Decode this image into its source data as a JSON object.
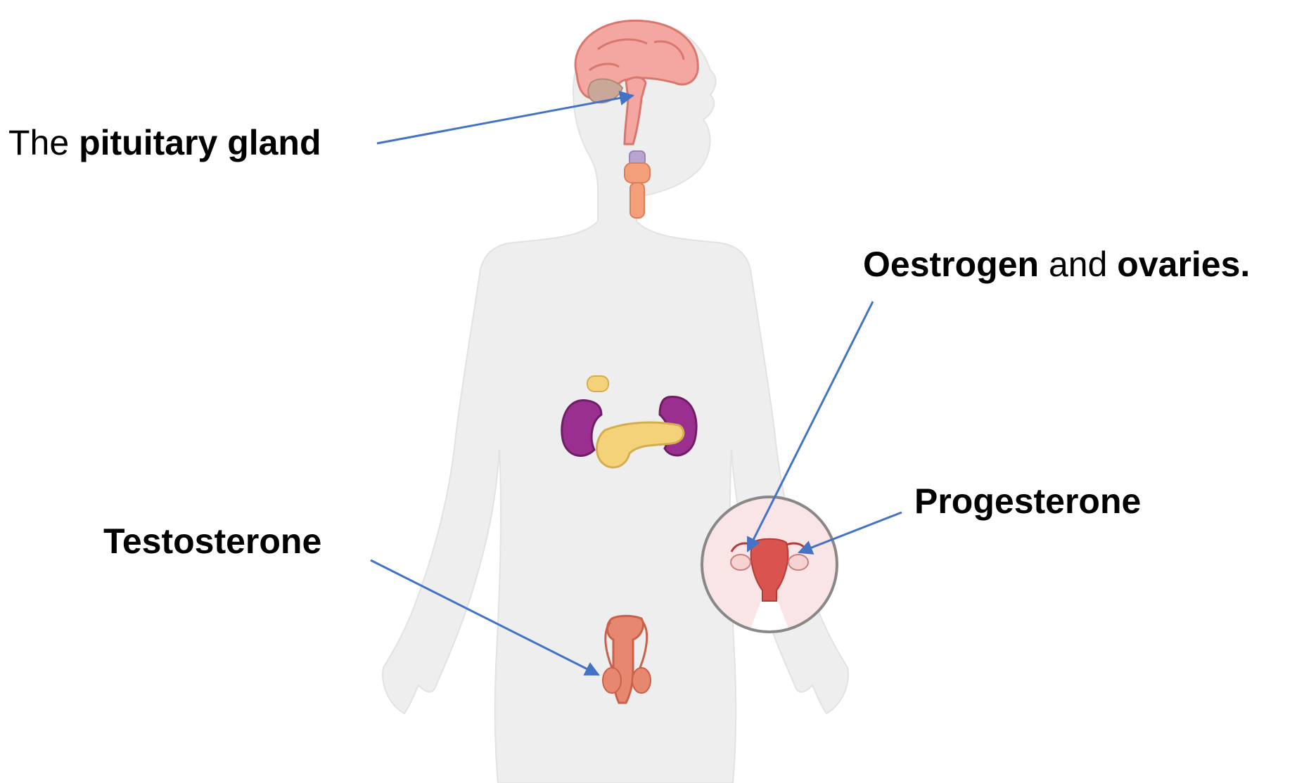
{
  "labels": {
    "pituitary": {
      "prefix": "The ",
      "bold": "pituitary gland"
    },
    "oestrogen": {
      "bold1": "Oestrogen",
      "middle": " and ",
      "bold2": "ovaries."
    },
    "progesterone": {
      "bold": "Progesterone"
    },
    "testosterone": {
      "bold": "Testosterone"
    }
  },
  "colors": {
    "arrow": "#4472c4",
    "body_silhouette": "#eeeeee",
    "brain": "#f4a6a0",
    "kidney": "#9b2f8f",
    "pancreas": "#f3d27a",
    "reproductive": "#d9534f",
    "inset_ring": "#888888",
    "inset_fill": "#f9e4e6"
  },
  "icons": [
    "human-body-silhouette",
    "brain-icon",
    "thyroid-icon",
    "kidney-icon",
    "pancreas-icon",
    "male-reproductive-icon",
    "uterus-icon"
  ]
}
